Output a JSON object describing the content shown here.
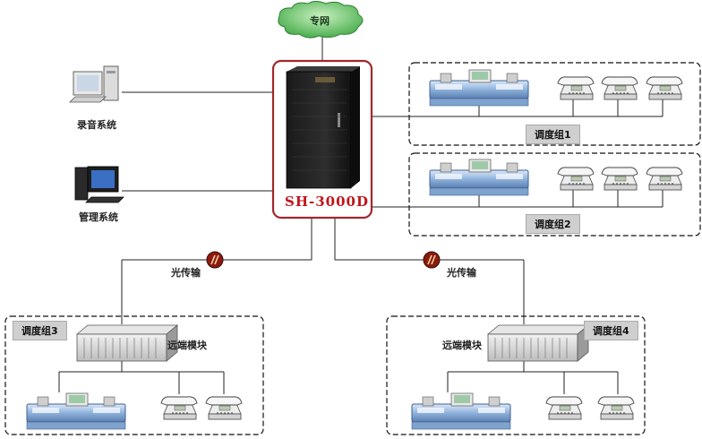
{
  "network": {
    "label": "专网",
    "icon": "cloud-icon"
  },
  "central": {
    "model": "SH-3000D",
    "icon": "server-cabinet-icon"
  },
  "systems": [
    {
      "label": "录音系统",
      "icon": "desktop-computer-icon"
    },
    {
      "label": "管理系统",
      "icon": "desktop-computer-icon"
    }
  ],
  "groups": [
    {
      "label": "调度组1"
    },
    {
      "label": "调度组2"
    },
    {
      "label": "调度组3"
    },
    {
      "label": "调度组4"
    }
  ],
  "links": {
    "optical": "光传输",
    "icon": "optical-link-icon"
  },
  "remote_module": {
    "label": "远端模块",
    "icon": "rack-module-icon"
  },
  "devices": {
    "console_icon": "dispatch-console-icon",
    "phone_icon": "telephone-icon"
  },
  "colors": {
    "cloud": "#4caf50",
    "cabinet_frame": "#a0282c",
    "model_text": "#c0151b",
    "link_badge": "#8b1a10"
  }
}
